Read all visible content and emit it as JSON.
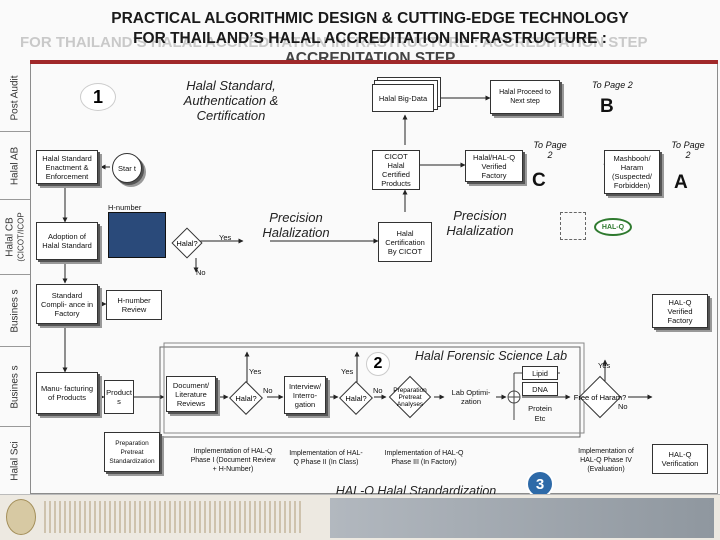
{
  "title": {
    "line1": "PRACTICAL ALGORITHMIC DESIGN & CUTTING-EDGE TECHNOLOGY",
    "line2": "FOR THAILAND’S HALAL ACCREDITATION INFRASTRUCTURE :",
    "line3": "ACCREDITATION STEP",
    "ghost": "FOR THAILAND’S HALAL ACCREDITATION INFRASTRUCTURE : ACCREDITATION STEP"
  },
  "lanes": [
    "Post Audit",
    "Halal AB",
    "Halal CB",
    "(CICOT/ICOP",
    "Busines s",
    "Busines s",
    "Halal Sci"
  ],
  "badges": {
    "one": "1",
    "two": "2",
    "three": "3"
  },
  "headings": {
    "halal_standard": "Halal Standard, Authentication & Certification",
    "precision1": "Precision Halalization",
    "precision2": "Precision Halalization",
    "forensic": "Halal Forensic Science Lab",
    "standardization": "HAL-Q Halal Standardization"
  },
  "letters": {
    "b": "B",
    "c": "C",
    "a": "A"
  },
  "nodes": {
    "halal_std_enact": "Halal Standard Enactment & Enforcement",
    "start": "Star t",
    "h_number_label": "H-number",
    "adoption": "Adoption of Halal Standard",
    "std_compliance": "Standard Compli- ance in Factory",
    "h_number_review": "H-number Review",
    "manufacturing": "Manu- facturing of Products",
    "products": "Product s",
    "prep_pretreat": "Preparation Pretreat Standardization",
    "halal_q1": "Halal?",
    "yes1": "Yes",
    "no1": "No",
    "halal_bigdata": "Halal Big-Data",
    "cicot_products": "CICOT Halal Certified Products",
    "halal_cert": "Halal Certification By CICOT",
    "proceed": "Halal Proceed to Next step",
    "to_page2_top": "To Page 2",
    "halal_hal_q": "Halal/HAL-Q Verified Factory",
    "to_page2_mid": "To Page 2",
    "mashbooh": "Mashbooh/ Haram (Suspected/ Forbidden)",
    "to_page2_right": "To Page 2",
    "hal_q_badge": "HAL-Q",
    "hal_q_verified": "HAL-Q Verified Factory",
    "doc_review": "Document/ Literature Reviews",
    "halal_q2": "Halal?",
    "yes2": "Yes",
    "no2": "No",
    "interview": "Interview/ Interro- gation",
    "halal_q3": "Halal?",
    "yes3": "Yes",
    "no3": "No",
    "prep_analyses": "Preparation Pretreat Analyses",
    "lab_opt": "Lab Optimi- zation",
    "lipid": "Lipid",
    "dna": "DNA",
    "protein": "Protein",
    "etc": "Etc",
    "free_haram": "Free of Haram?",
    "yes4": "Yes",
    "no4": "No",
    "impl1": "Implementation of HAL-Q Phase I (Document Review + H-Number)",
    "impl2": "Implementation of HAL-Q Phase II (In Class)",
    "impl3": "Implementation of HAL-Q Phase III (In Factory)",
    "impl4": "Implementation of HAL-Q Phase IV (Evaluation)",
    "hal_q_verification": "HAL-Q Verification"
  }
}
